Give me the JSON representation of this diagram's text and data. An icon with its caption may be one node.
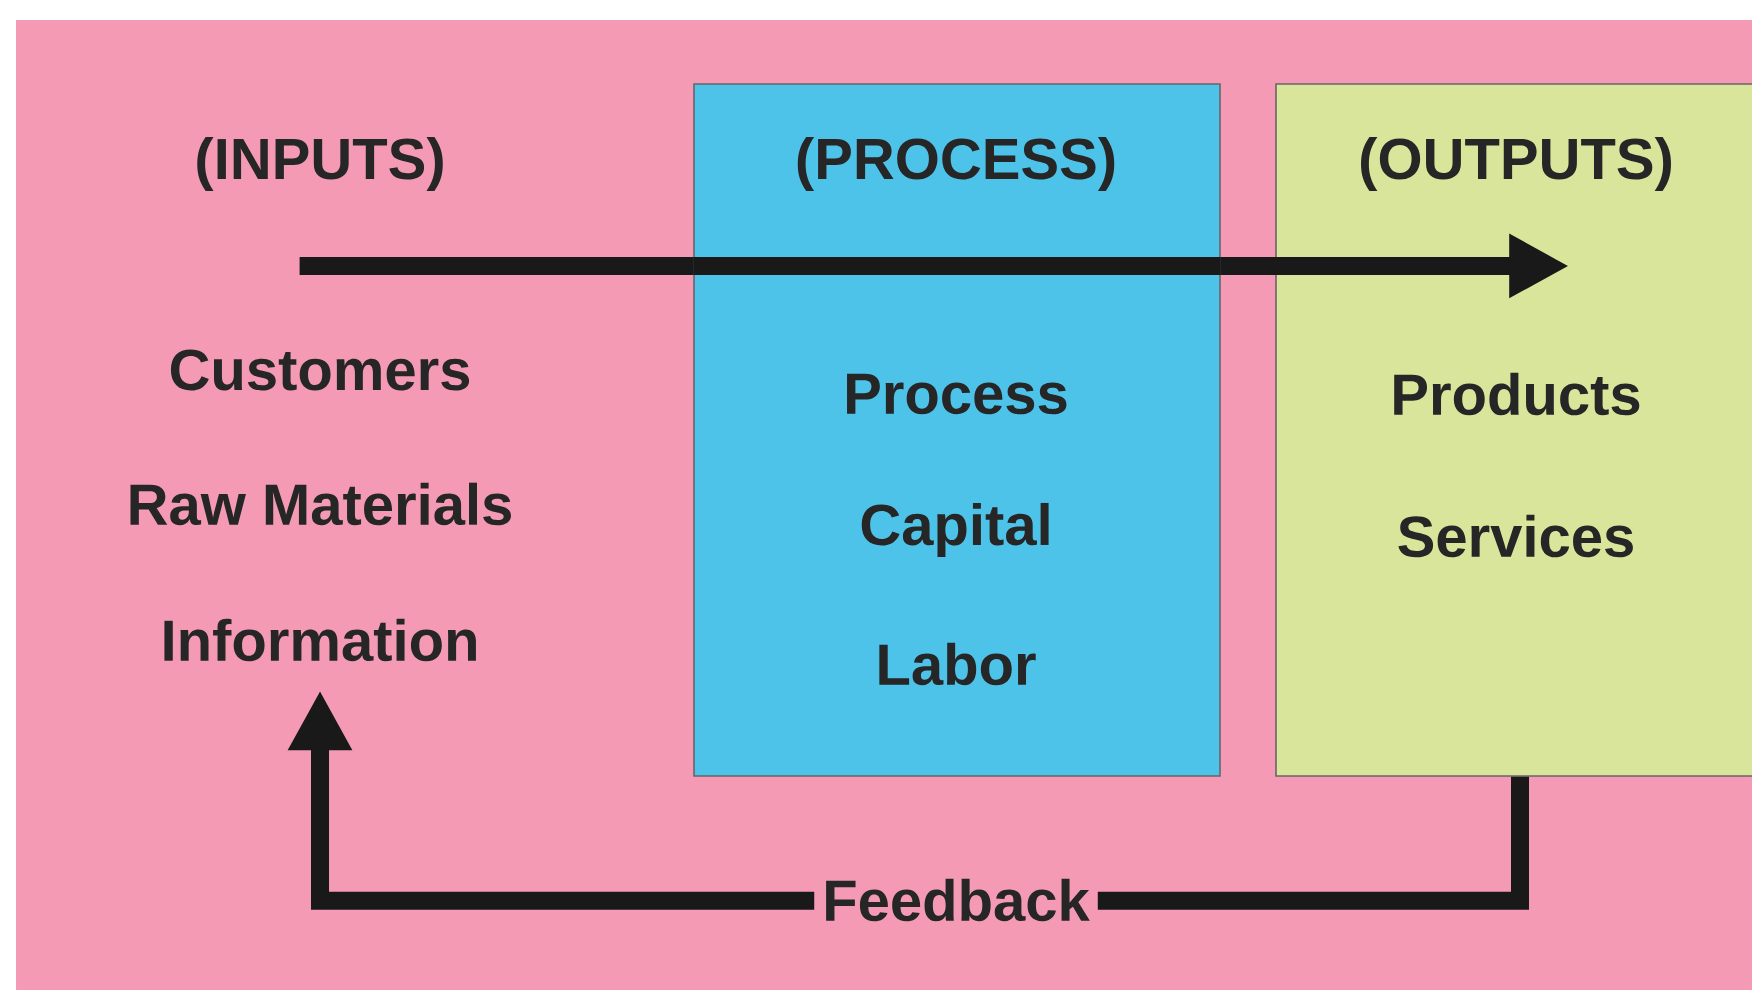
{
  "diagram": {
    "nodes": [
      {
        "text": [
          "(INPUTS)",
          "Customers",
          "Raw Materials",
          "Information"
        ]
      },
      {
        "text": [
          "(PROCESS)",
          "Process",
          "Capital",
          "Labor"
        ]
      },
      {
        "text": [
          "(OUTPUTS)",
          "Products",
          "Services"
        ]
      }
    ],
    "edges": [
      {
        "from": 0,
        "to": 1,
        "arrow": "none"
      },
      {
        "from": 1,
        "to": 2,
        "arrow": "to"
      },
      {
        "from": 2,
        "to": 0,
        "arrow": "to",
        "label": "Feedback"
      }
    ]
  }
}
